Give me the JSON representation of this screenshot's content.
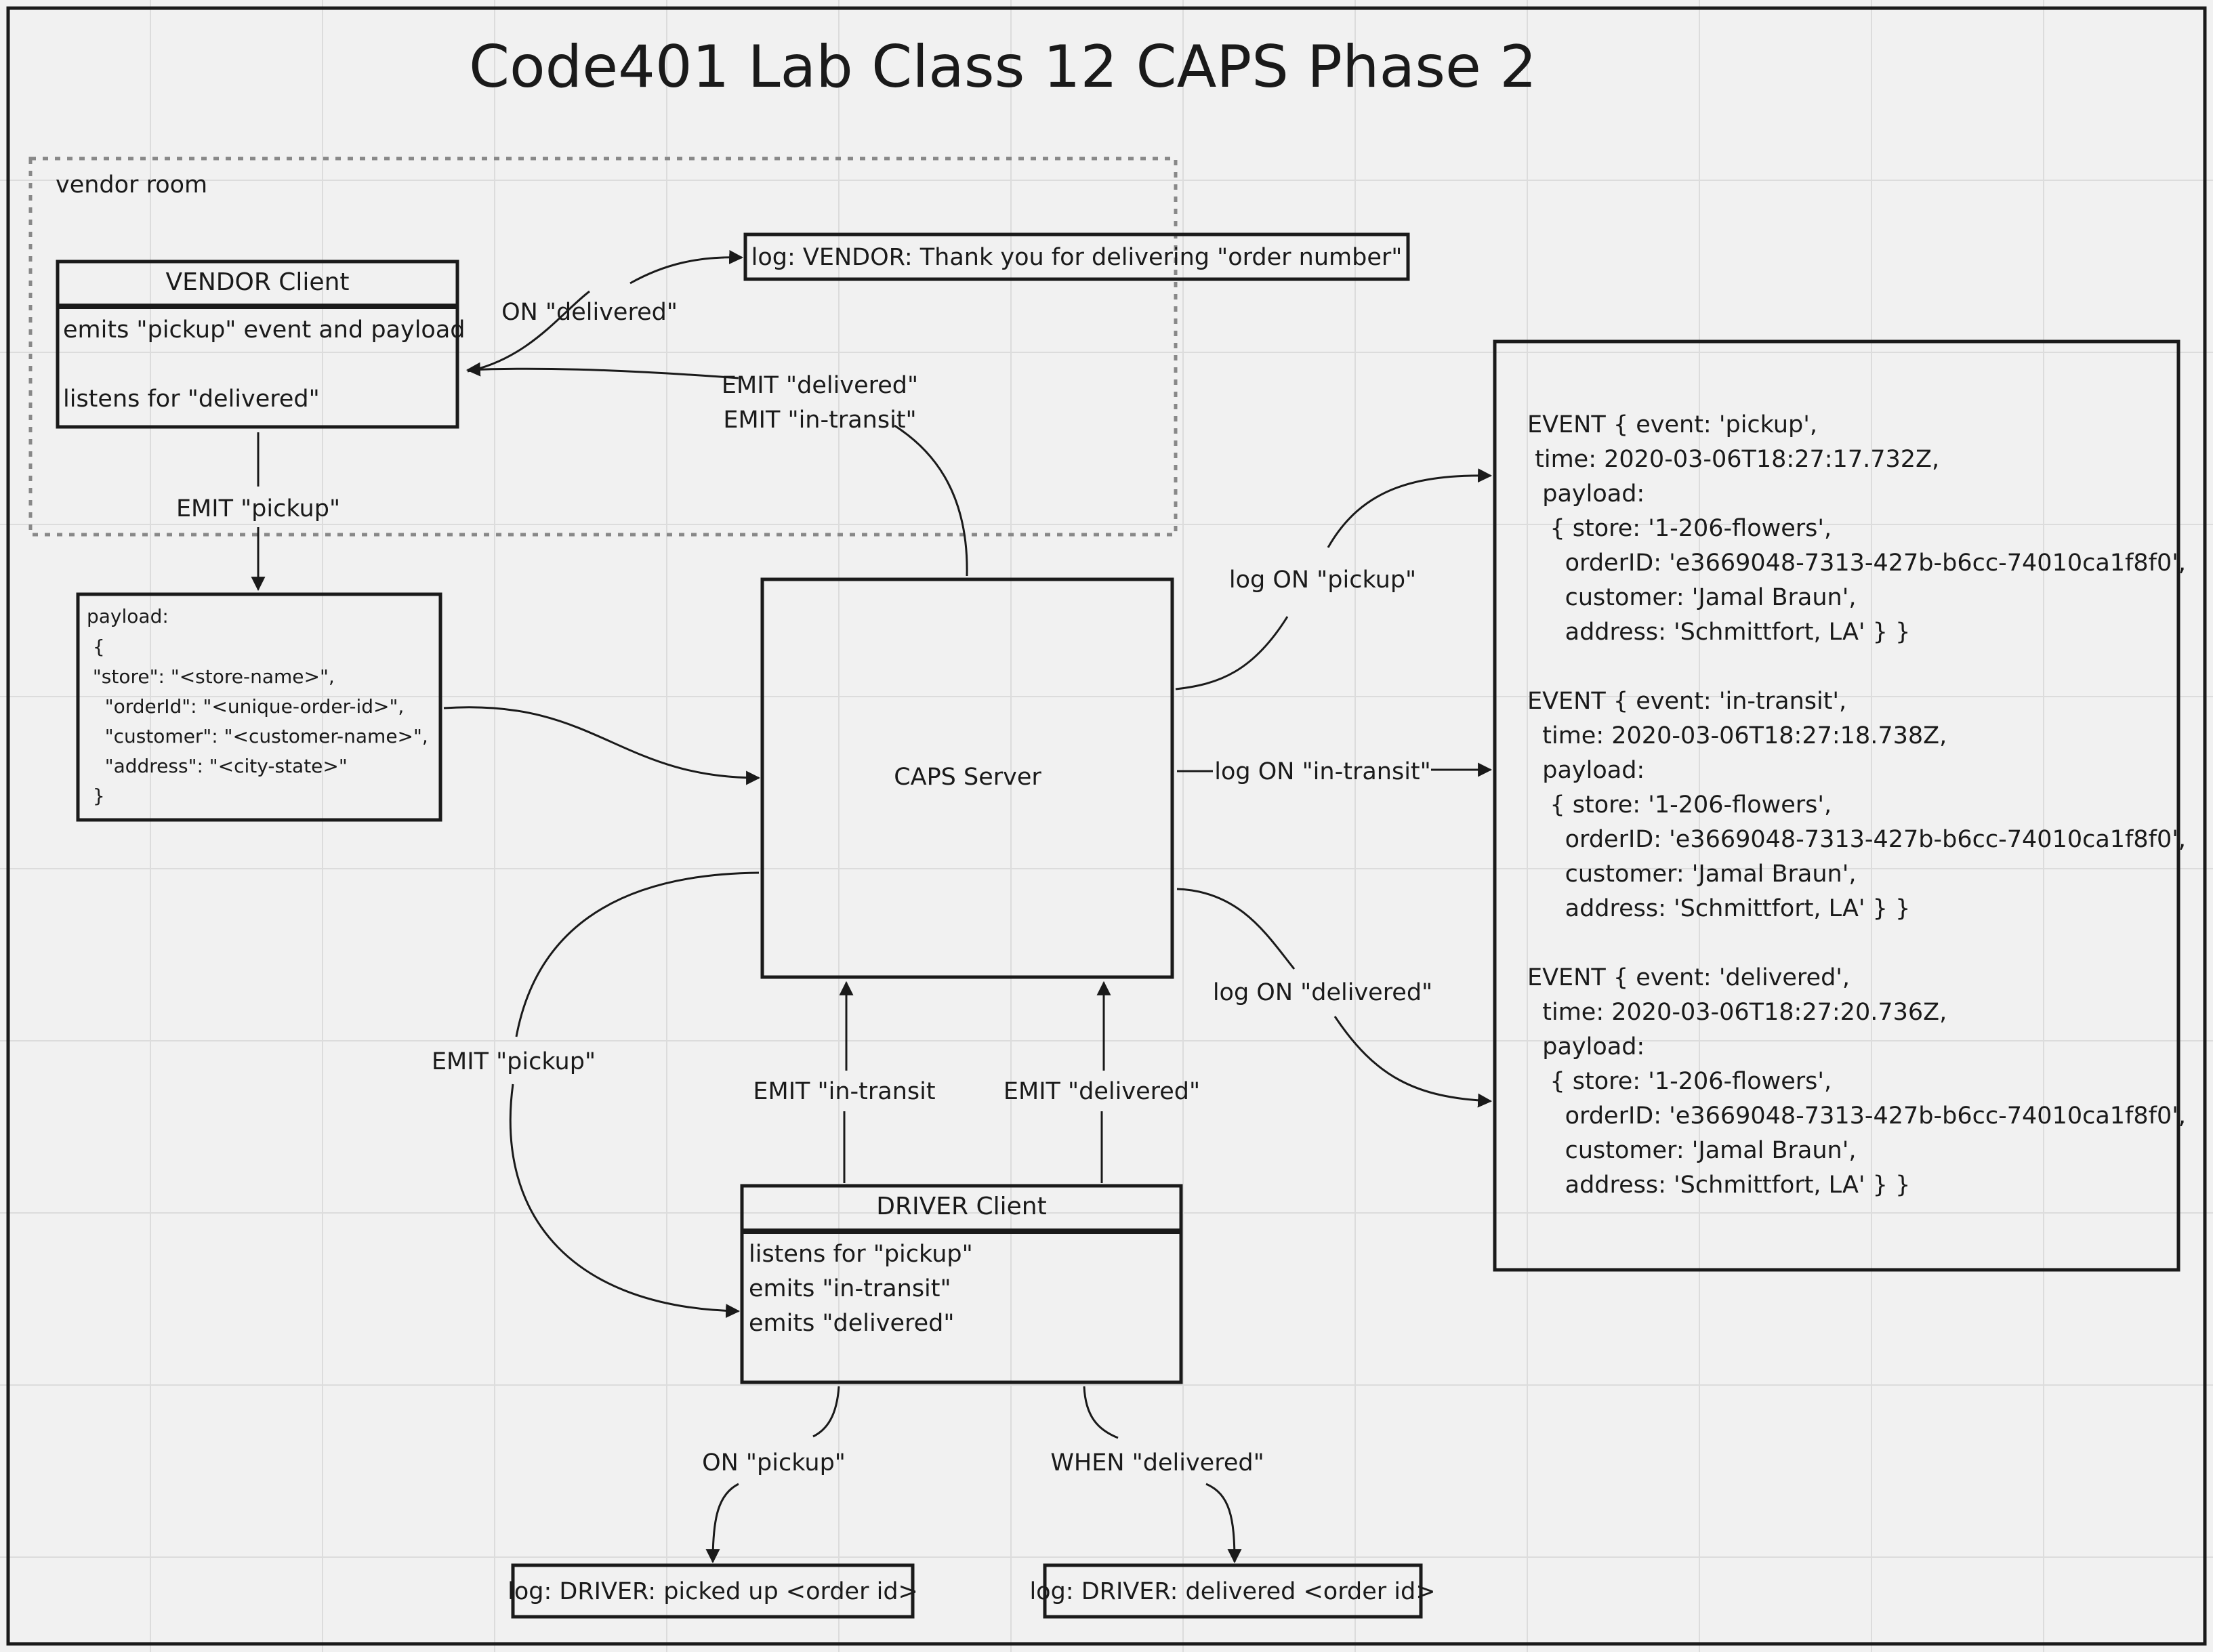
{
  "title": "Code401 Lab Class 12 CAPS Phase 2",
  "vendor_room": {
    "label": "vendor room"
  },
  "vendor_client": {
    "header": "VENDOR Client",
    "lines": [
      "emits \"pickup\" event and payload",
      "",
      "listens for \"delivered\""
    ]
  },
  "vendor_log": "log: VENDOR: Thank you for delivering \"order number\"",
  "payload_box": {
    "lines": [
      "payload:",
      " {",
      " \"store\": \"<store-name>\",",
      "   \"orderId\": \"<unique-order-id>\",",
      "   \"customer\": \"<customer-name>\",",
      "   \"address\": \"<city-state>\"",
      " }"
    ]
  },
  "caps_server": "CAPS Server",
  "driver_client": {
    "header": "DRIVER Client",
    "lines": [
      "listens for \"pickup\"",
      "emits \"in-transit\"",
      "emits \"delivered\""
    ]
  },
  "driver_log_pickup": "log: DRIVER: picked up <order id>",
  "driver_log_delivered": "log: DRIVER: delivered <order id>",
  "edges": {
    "on_delivered": "ON \"delivered\"",
    "emit_delivered": "EMIT \"delivered\"",
    "emit_in_transit": "EMIT \"in-transit\"",
    "emit_pickup_vendor": "EMIT \"pickup\"",
    "emit_pickup_driver": "EMIT \"pickup\"",
    "driver_emit_in_transit": "EMIT \"in-transit",
    "driver_emit_delivered": "EMIT \"delivered\"",
    "log_on_pickup": "log ON \"pickup\"",
    "log_on_in_transit": "log ON \"in-transit\"",
    "log_on_delivered": "log ON \"delivered\"",
    "on_pickup": "ON \"pickup\"",
    "when_delivered": "WHEN \"delivered\""
  },
  "event_log": [
    [
      "EVENT { event: 'pickup',",
      " time: 2020-03-06T18:27:17.732Z,",
      "  payload:",
      "   { store: '1-206-flowers',",
      "     orderID: 'e3669048-7313-427b-b6cc-74010ca1f8f0',",
      "     customer: 'Jamal Braun',",
      "     address: 'Schmittfort, LA' } }"
    ],
    [
      "EVENT { event: 'in-transit',",
      "  time: 2020-03-06T18:27:18.738Z,",
      "  payload:",
      "   { store: '1-206-flowers',",
      "     orderID: 'e3669048-7313-427b-b6cc-74010ca1f8f0',",
      "     customer: 'Jamal Braun',",
      "     address: 'Schmittfort, LA' } }"
    ],
    [
      "EVENT { event: 'delivered',",
      "  time: 2020-03-06T18:27:20.736Z,",
      "  payload:",
      "   { store: '1-206-flowers',",
      "     orderID: 'e3669048-7313-427b-b6cc-74010ca1f8f0',",
      "     customer: 'Jamal Braun',",
      "     address: 'Schmittfort, LA' } }"
    ]
  ]
}
